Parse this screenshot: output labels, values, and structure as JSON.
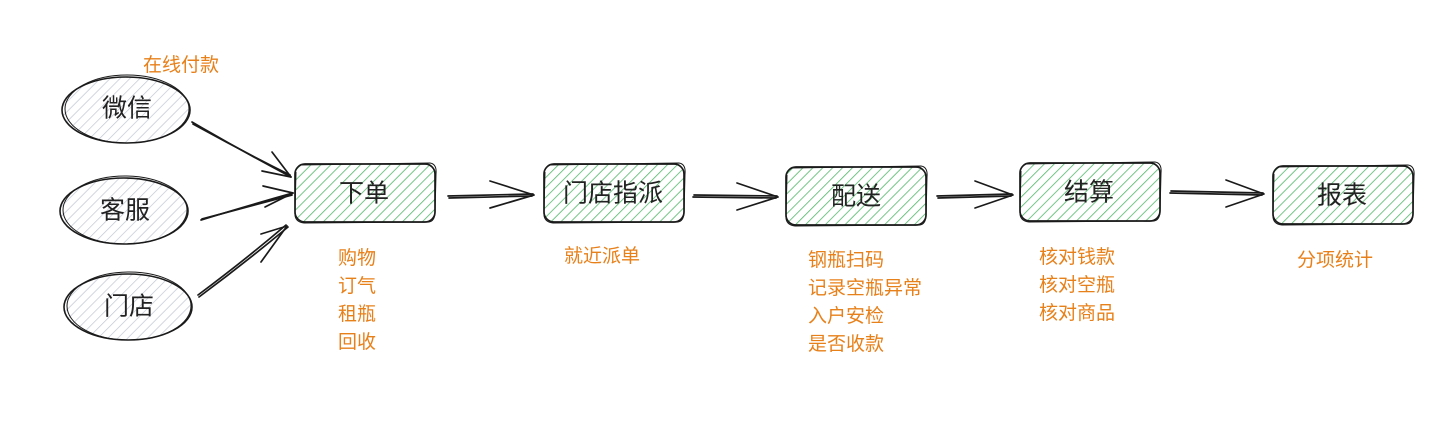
{
  "colors": {
    "stroke": "#1a1a1a",
    "process_fill": "#52b86a",
    "channel_fill": "#bfc6d2",
    "note_text": "#e8801a"
  },
  "channels": [
    {
      "label": "微信",
      "icon": "ellipse"
    },
    {
      "label": "客服",
      "icon": "ellipse"
    },
    {
      "label": "门店",
      "icon": "ellipse"
    }
  ],
  "payment_note": "在线付款",
  "steps": [
    {
      "label": "下单",
      "notes": [
        "购物",
        "订气",
        "租瓶",
        "回收"
      ]
    },
    {
      "label": "门店指派",
      "notes": [
        "就近派单"
      ]
    },
    {
      "label": "配送",
      "notes": [
        "钢瓶扫码",
        "记录空瓶异常",
        "入户安检",
        "是否收款"
      ]
    },
    {
      "label": "结算",
      "notes": [
        "核对钱款",
        "核对空瓶",
        "核对商品"
      ]
    },
    {
      "label": "报表",
      "notes": [
        "分项统计"
      ]
    }
  ]
}
